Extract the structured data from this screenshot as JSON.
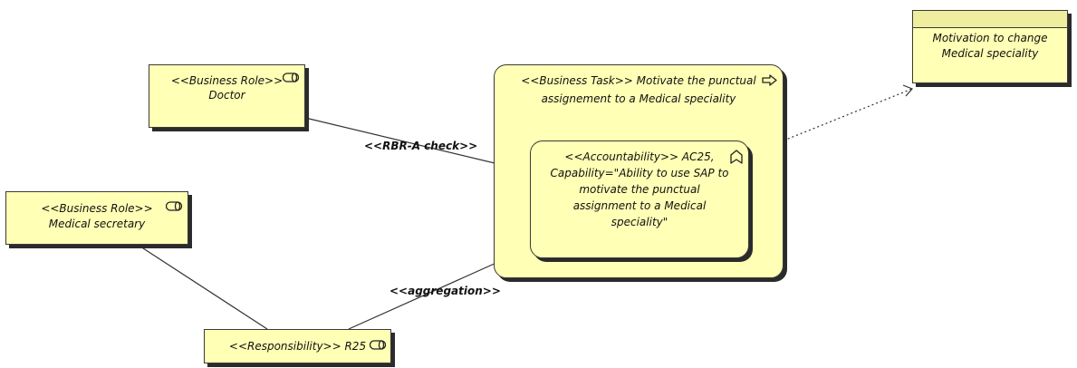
{
  "diagram": {
    "roles": [
      {
        "stereotype": "<<Business Role>>",
        "name": "Doctor"
      },
      {
        "stereotype": "<<Business Role>>",
        "name": "Medical secretary"
      }
    ],
    "task": {
      "line1": "<<Business Task>> Motivate the punctual",
      "line2": "assignement to a Medical speciality"
    },
    "accountability": {
      "lines": [
        "<<Accountability>> AC25,",
        "Capability=\"Ability to use SAP to",
        "motivate the punctual",
        "assignment to a Medical",
        "speciality\""
      ]
    },
    "outcome": {
      "line1": "Motivation to change",
      "line2": "Medical speciality"
    },
    "responsibility": {
      "label": "<<Responsibility>> R25"
    },
    "connectors": {
      "rbr_label": "<<RBR-A check>>",
      "aggregation_label": "<<aggregation>>"
    },
    "icons": {
      "role": "role-icon",
      "task": "process-arrow-icon",
      "accountability": "function-chevron-icon"
    },
    "colors": {
      "element_fill": "#ffffb5",
      "header_fill": "#eeee9e",
      "border": "#3a3a3a",
      "shadow": "#2b2b2b"
    }
  }
}
